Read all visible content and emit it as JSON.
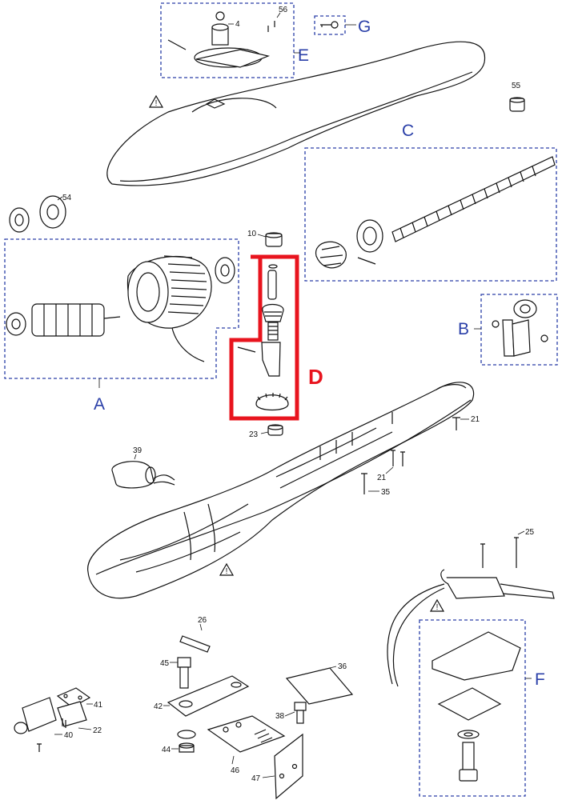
{
  "colors": {
    "group_frame": "#2a3fa8",
    "highlight_frame": "#e8141e",
    "line_art": "#111111"
  },
  "group_labels": {
    "A": "A",
    "B": "B",
    "C": "C",
    "D": "D",
    "E": "E",
    "F": "F",
    "G": "G"
  },
  "part_numbers": {
    "p4": "4",
    "p56": "56",
    "p55": "55",
    "p54": "54",
    "p10": "10",
    "p23": "23",
    "p21a": "21",
    "p21b": "21",
    "p39": "39",
    "p35": "35",
    "p25": "25",
    "p26": "26",
    "p45": "45",
    "p42": "42",
    "p36": "36",
    "p38": "38",
    "p44": "44",
    "p46": "46",
    "p47": "47",
    "p41": "41",
    "p22": "22",
    "p40": "40"
  },
  "icons": [
    "warning-triangle-icon"
  ]
}
